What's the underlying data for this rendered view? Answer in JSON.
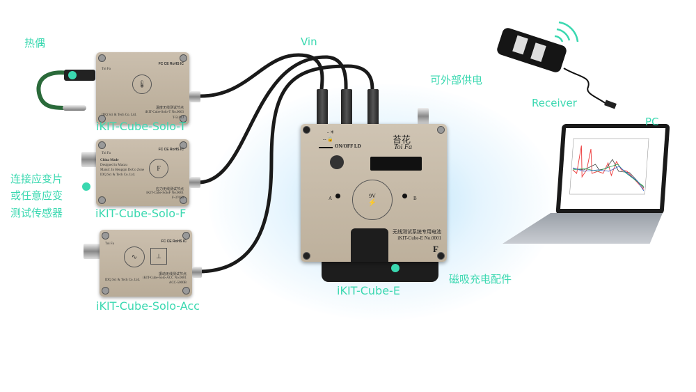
{
  "labels": {
    "thermocouple": "热偶",
    "strain_line1": "连接应变片",
    "strain_line2": "或任意应变",
    "strain_line3": "测试传感器",
    "vin": "Vin",
    "external_power": "可外部供电",
    "magnetic_charger": "磁吸充电配件",
    "receiver": "Receiver",
    "pc": "PC",
    "solo_t": "iKIT-Cube-Solo-T",
    "solo_f": "iKIT-Cube-Solo-F",
    "solo_acc": "iKIT-Cube-Solo-Acc",
    "cube_e": "iKIT-Cube-E"
  },
  "solo_t": {
    "brand": "Toi Fa",
    "cert": "FC CE RoHS IC",
    "title": "温度无线测试节点",
    "model": "iKIT-Cube-Solo-T No.0063",
    "serial": "T-5101J",
    "maker": "IDQ Sci & Tech Co. Ltd."
  },
  "solo_f": {
    "brand": "Toi Fa",
    "cert": "FC CE RoHS IC",
    "china": "China Made",
    "designed": "Designed in Macau",
    "manuf": "Manuf. In Hengqin DoCo Zone",
    "maker": "IDQ Sci & Tech Co. Ltd.",
    "title": "应力无线测试节点",
    "model": "iKIT-Cube-SoloF No.0061",
    "serial": "F-37650",
    "symbol": "F"
  },
  "solo_acc": {
    "brand": "Toi Fa",
    "cert": "FC CE RoHS IC",
    "title": "振动无线测试节点",
    "model": "iKIT-Cube-Solo-ACC No.0001",
    "serial": "ACC-5000B",
    "maker": "IDQ Sci & Tech Co. Ltd."
  },
  "cube_e": {
    "onoff": "ON/OFF LD",
    "brand_cn": "苔花",
    "brand": "Toi Fa",
    "voltage": "9V",
    "port_a": "A",
    "port_b": "B",
    "title": "无线测试系统专用电池",
    "model": "iKIT-Cube-E No.0001"
  },
  "colors": {
    "accent": "#3ad8b0",
    "device": "#c4b8a5"
  }
}
